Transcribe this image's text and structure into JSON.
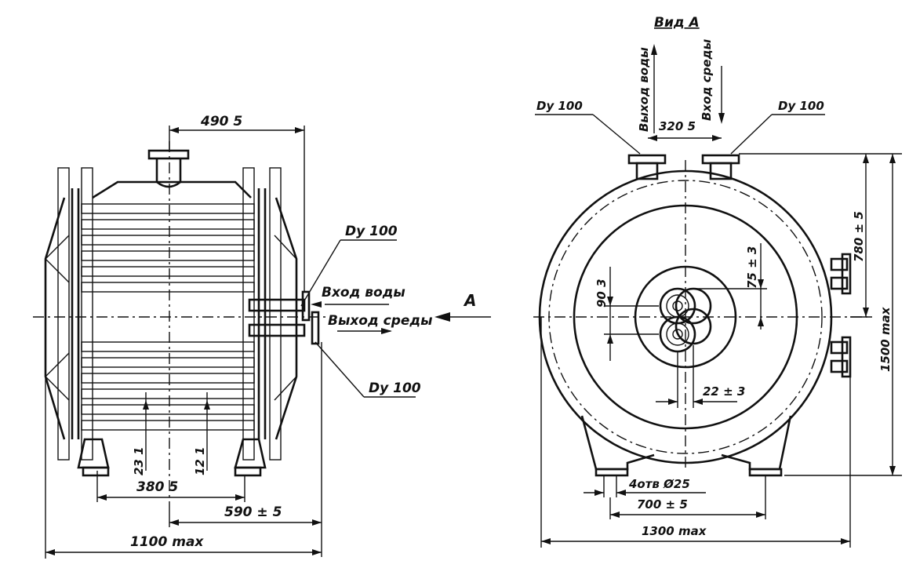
{
  "left_view": {
    "dim_top": "490  5",
    "dn_upper": "Dу 100",
    "water_in": "Вход воды",
    "medium_out": "Выход среды",
    "dn_lower": "Dу 100",
    "dim_pitch_1": "23  1",
    "dim_pitch_2": "12  1",
    "dim_380": "380  5",
    "dim_590": "590 ± 5",
    "dim_1100": "1100 max"
  },
  "arrow_label": "А",
  "right_view": {
    "title": "Вид А",
    "dn_left": "Dу 100",
    "dn_right": "Dу 100",
    "water_out": "Выход воды",
    "medium_in": "Вход среды",
    "dim_320": "320  5",
    "dim_780": "780 ± 5",
    "dim_1500": "1500 max",
    "dim_90": "90  3",
    "dim_75": "75 ± 3",
    "dim_22": "22 ± 3",
    "holes": "4отв Ø25",
    "dim_700": "700 ± 5",
    "dim_1300": "1300 max"
  }
}
